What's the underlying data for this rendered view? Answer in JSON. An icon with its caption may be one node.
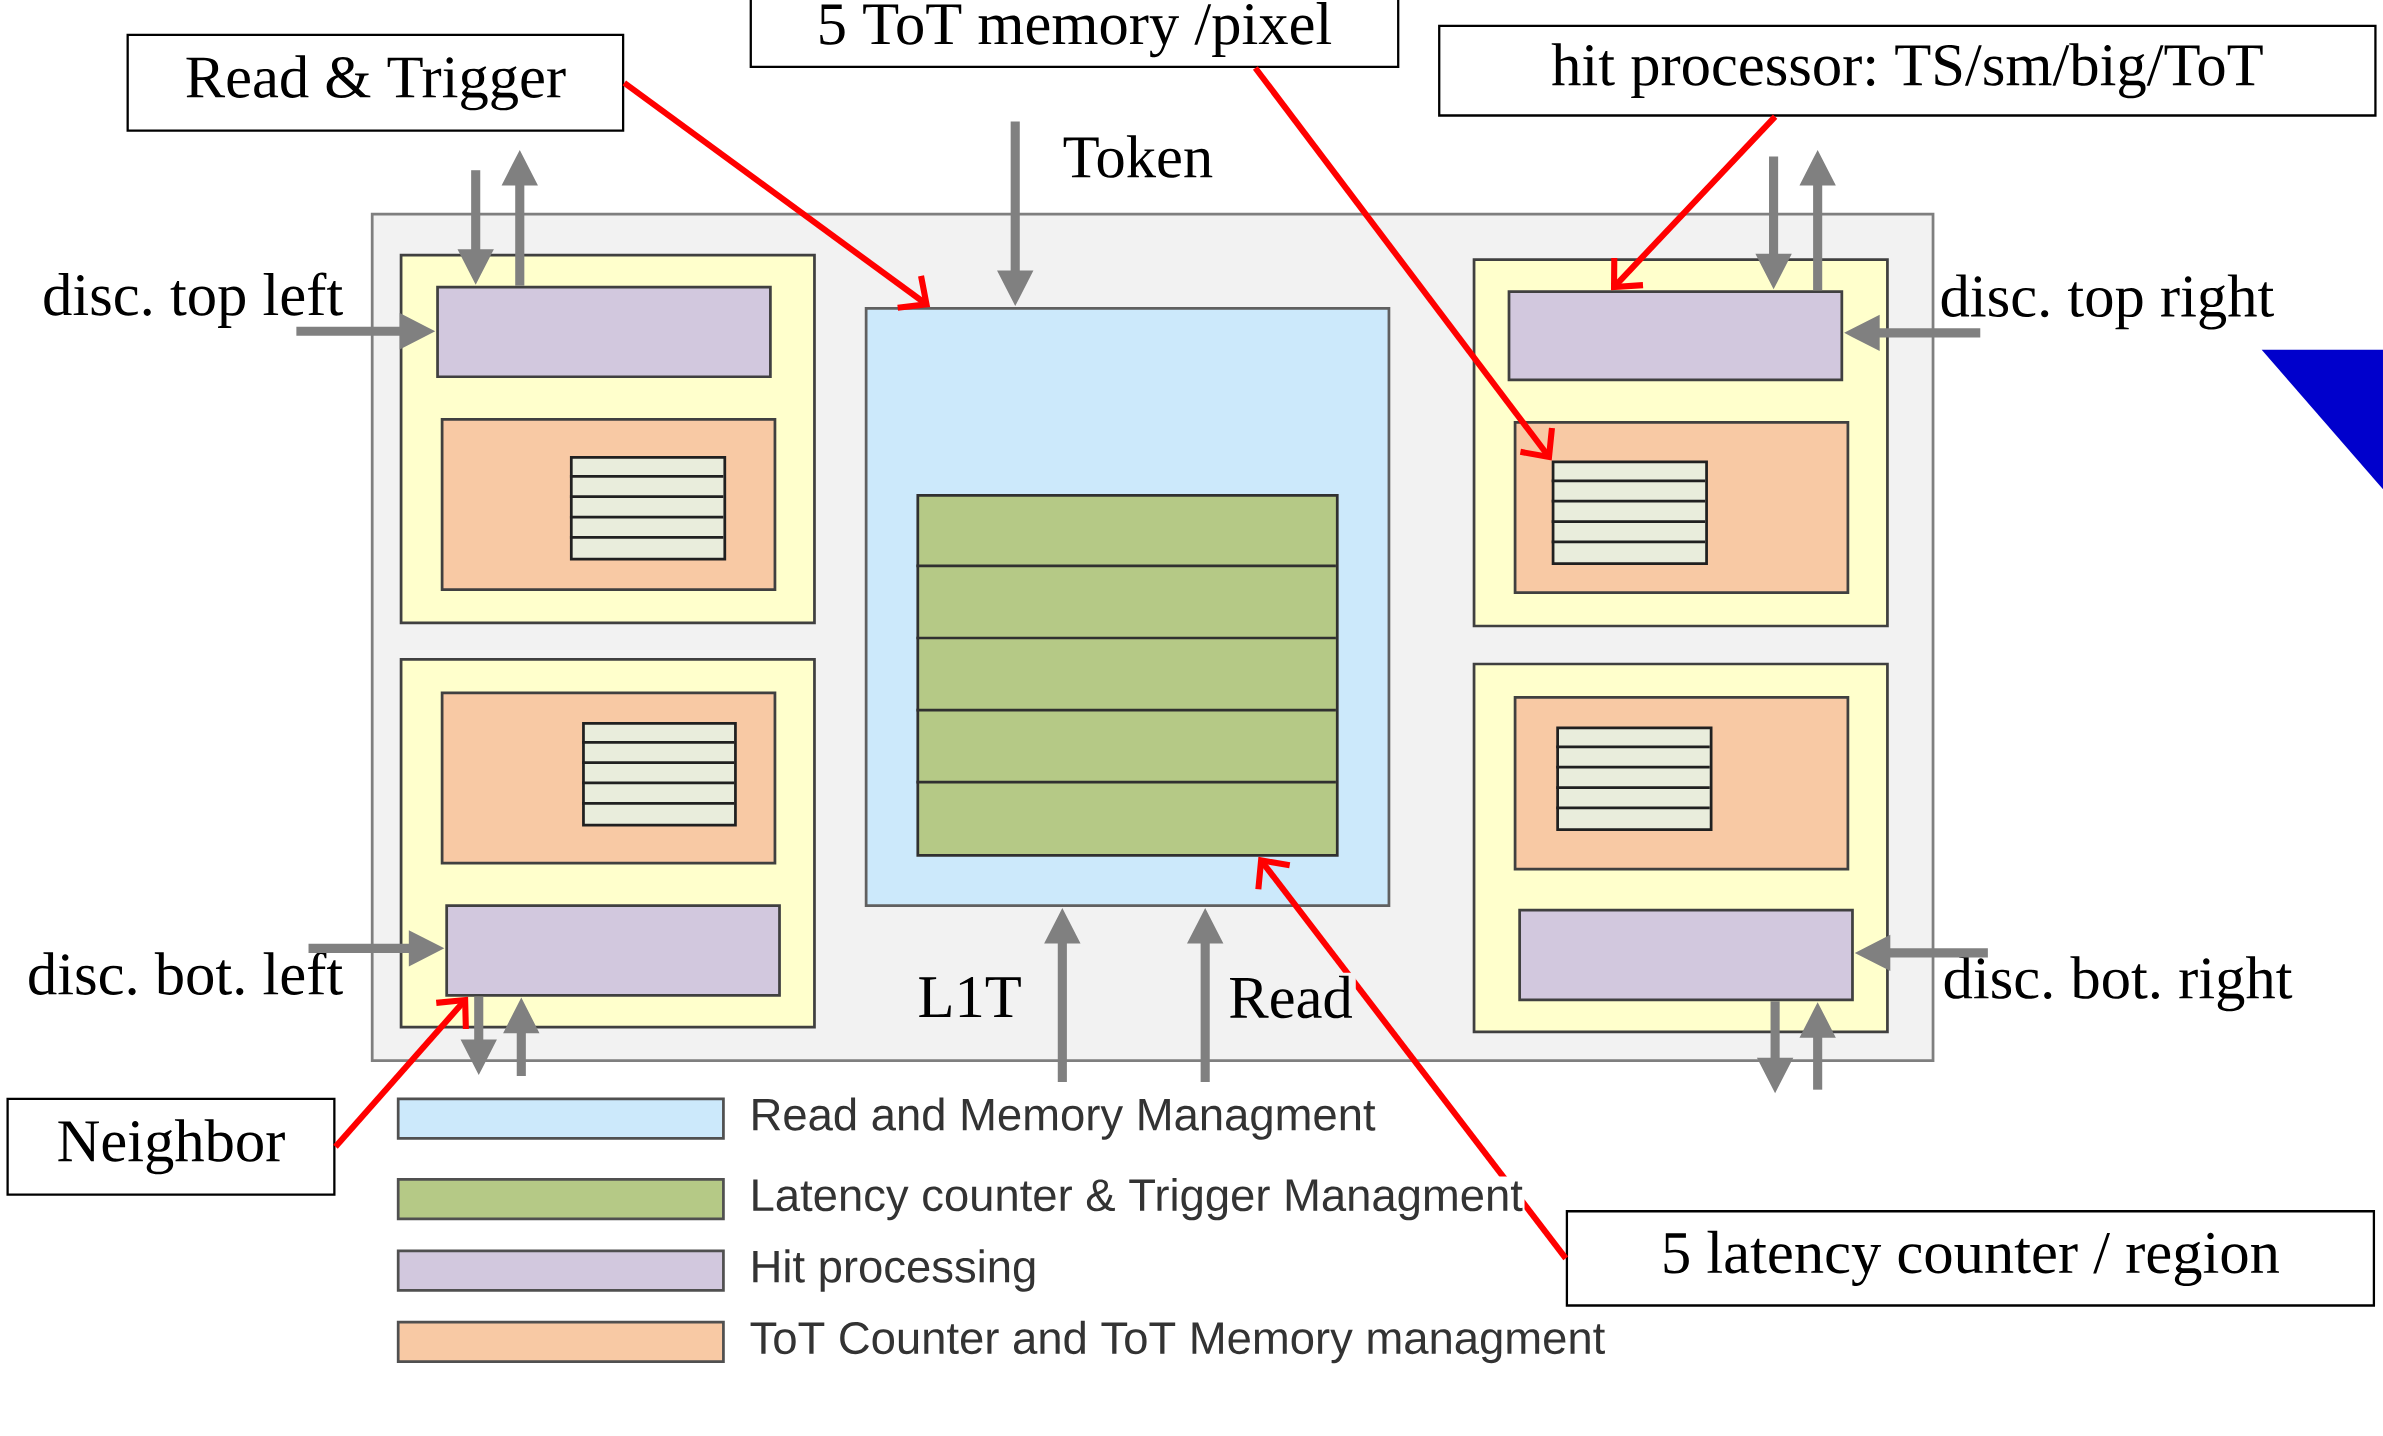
{
  "diagram": {
    "nodes": [
      {
        "text": [],
        "shape": "box"
      },
      {
        "text": [],
        "shape": "box",
        "in": 0
      },
      {
        "text": [],
        "shape": "box",
        "in": 1
      },
      {
        "text": [],
        "shape": "box",
        "in": 1
      },
      {
        "text": [],
        "shape": "box",
        "in": 3
      },
      {
        "text": [],
        "shape": "box",
        "in": 0
      },
      {
        "text": [],
        "shape": "box",
        "in": 5
      },
      {
        "text": [],
        "shape": "box",
        "in": 6
      },
      {
        "text": [],
        "shape": "box",
        "in": 5
      },
      {
        "text": [],
        "shape": "box",
        "in": 0
      },
      {
        "text": [],
        "shape": "box",
        "in": 9
      },
      {
        "text": [],
        "shape": "box",
        "in": 0
      },
      {
        "text": [],
        "shape": "box",
        "in": 11
      },
      {
        "text": [],
        "shape": "box",
        "in": 11
      },
      {
        "text": [],
        "shape": "box",
        "in": 13
      },
      {
        "text": [],
        "shape": "box",
        "in": 0
      },
      {
        "text": [],
        "shape": "box",
        "in": 15
      },
      {
        "text": [],
        "shape": "box",
        "in": 16
      },
      {
        "text": [],
        "shape": "box",
        "in": 15
      },
      {
        "text": [
          "Read & Trigger"
        ]
      },
      {
        "text": [
          "5 ToT memory /pixel"
        ]
      },
      {
        "text": [
          "hit processor: TS/sm/big/ToT"
        ]
      },
      {
        "text": [
          "Neighbor"
        ]
      },
      {
        "text": [
          "5 latency counter / region"
        ]
      },
      {
        "text": [
          "disc. top left"
        ]
      },
      {
        "text": [
          "disc. top right"
        ]
      },
      {
        "text": [
          "disc. bot. left"
        ]
      },
      {
        "text": [
          "disc. bot. right"
        ]
      },
      {
        "text": [],
        "shape": "triangle"
      }
    ],
    "edges": [
      {
        "from": null,
        "to": 9,
        "arrow": "to",
        "label": "Token"
      },
      {
        "from": null,
        "to": 2,
        "arrow": "to"
      },
      {
        "from": 2,
        "to": null,
        "arrow": "to"
      },
      {
        "from": null,
        "to": 12,
        "arrow": "to"
      },
      {
        "from": 12,
        "to": null,
        "arrow": "to"
      },
      {
        "from": 24,
        "to": 2,
        "arrow": "to"
      },
      {
        "from": 25,
        "to": 12,
        "arrow": "to"
      },
      {
        "from": 26,
        "to": 8,
        "arrow": "to"
      },
      {
        "from": 27,
        "to": 18,
        "arrow": "to"
      },
      {
        "from": 8,
        "to": null,
        "arrow": "to"
      },
      {
        "from": null,
        "to": 8,
        "arrow": "to"
      },
      {
        "from": 18,
        "to": null,
        "arrow": "to"
      },
      {
        "from": null,
        "to": 18,
        "arrow": "to"
      },
      {
        "from": null,
        "to": 9,
        "arrow": "to",
        "label": "L1T"
      },
      {
        "from": null,
        "to": 9,
        "arrow": "to",
        "label": "Read"
      },
      {
        "from": 19,
        "to": 9,
        "arrow": "to",
        "color": "#ff0000"
      },
      {
        "from": 20,
        "to": 14,
        "arrow": "to",
        "color": "#ff0000"
      },
      {
        "from": 21,
        "to": 12,
        "arrow": "to",
        "color": "#ff0000"
      },
      {
        "from": 22,
        "to": 8,
        "arrow": "to",
        "color": "#ff0000"
      },
      {
        "from": 23,
        "to": 10,
        "arrow": "to",
        "color": "#ff0000"
      }
    ],
    "legend": [
      {
        "text": "Read and Memory Managment",
        "color": "#cce9fb"
      },
      {
        "text": "Latency counter & Trigger Managment",
        "color": "#b5c986"
      },
      {
        "text": "Hit processing",
        "color": "#d2c8de"
      },
      {
        "text": "ToT Counter and ToT Memory managment",
        "color": "#f8c9a4"
      }
    ]
  }
}
